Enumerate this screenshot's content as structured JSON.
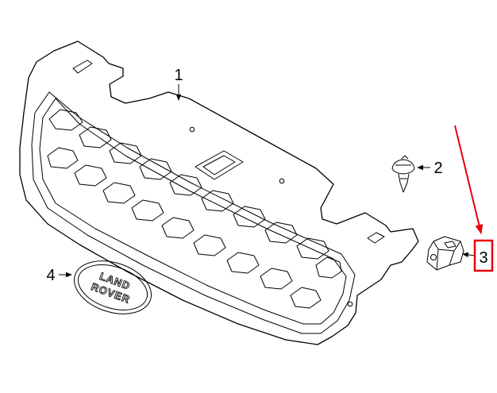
{
  "callouts": [
    {
      "id": "1",
      "label": "1"
    },
    {
      "id": "2",
      "label": "2"
    },
    {
      "id": "3",
      "label": "3"
    },
    {
      "id": "4",
      "label": "4"
    }
  ],
  "badge": {
    "line1": "LAND",
    "line2": "ROVER"
  },
  "colors": {
    "line": "#000000",
    "highlight": "#e8000b",
    "background": "#ffffff"
  }
}
